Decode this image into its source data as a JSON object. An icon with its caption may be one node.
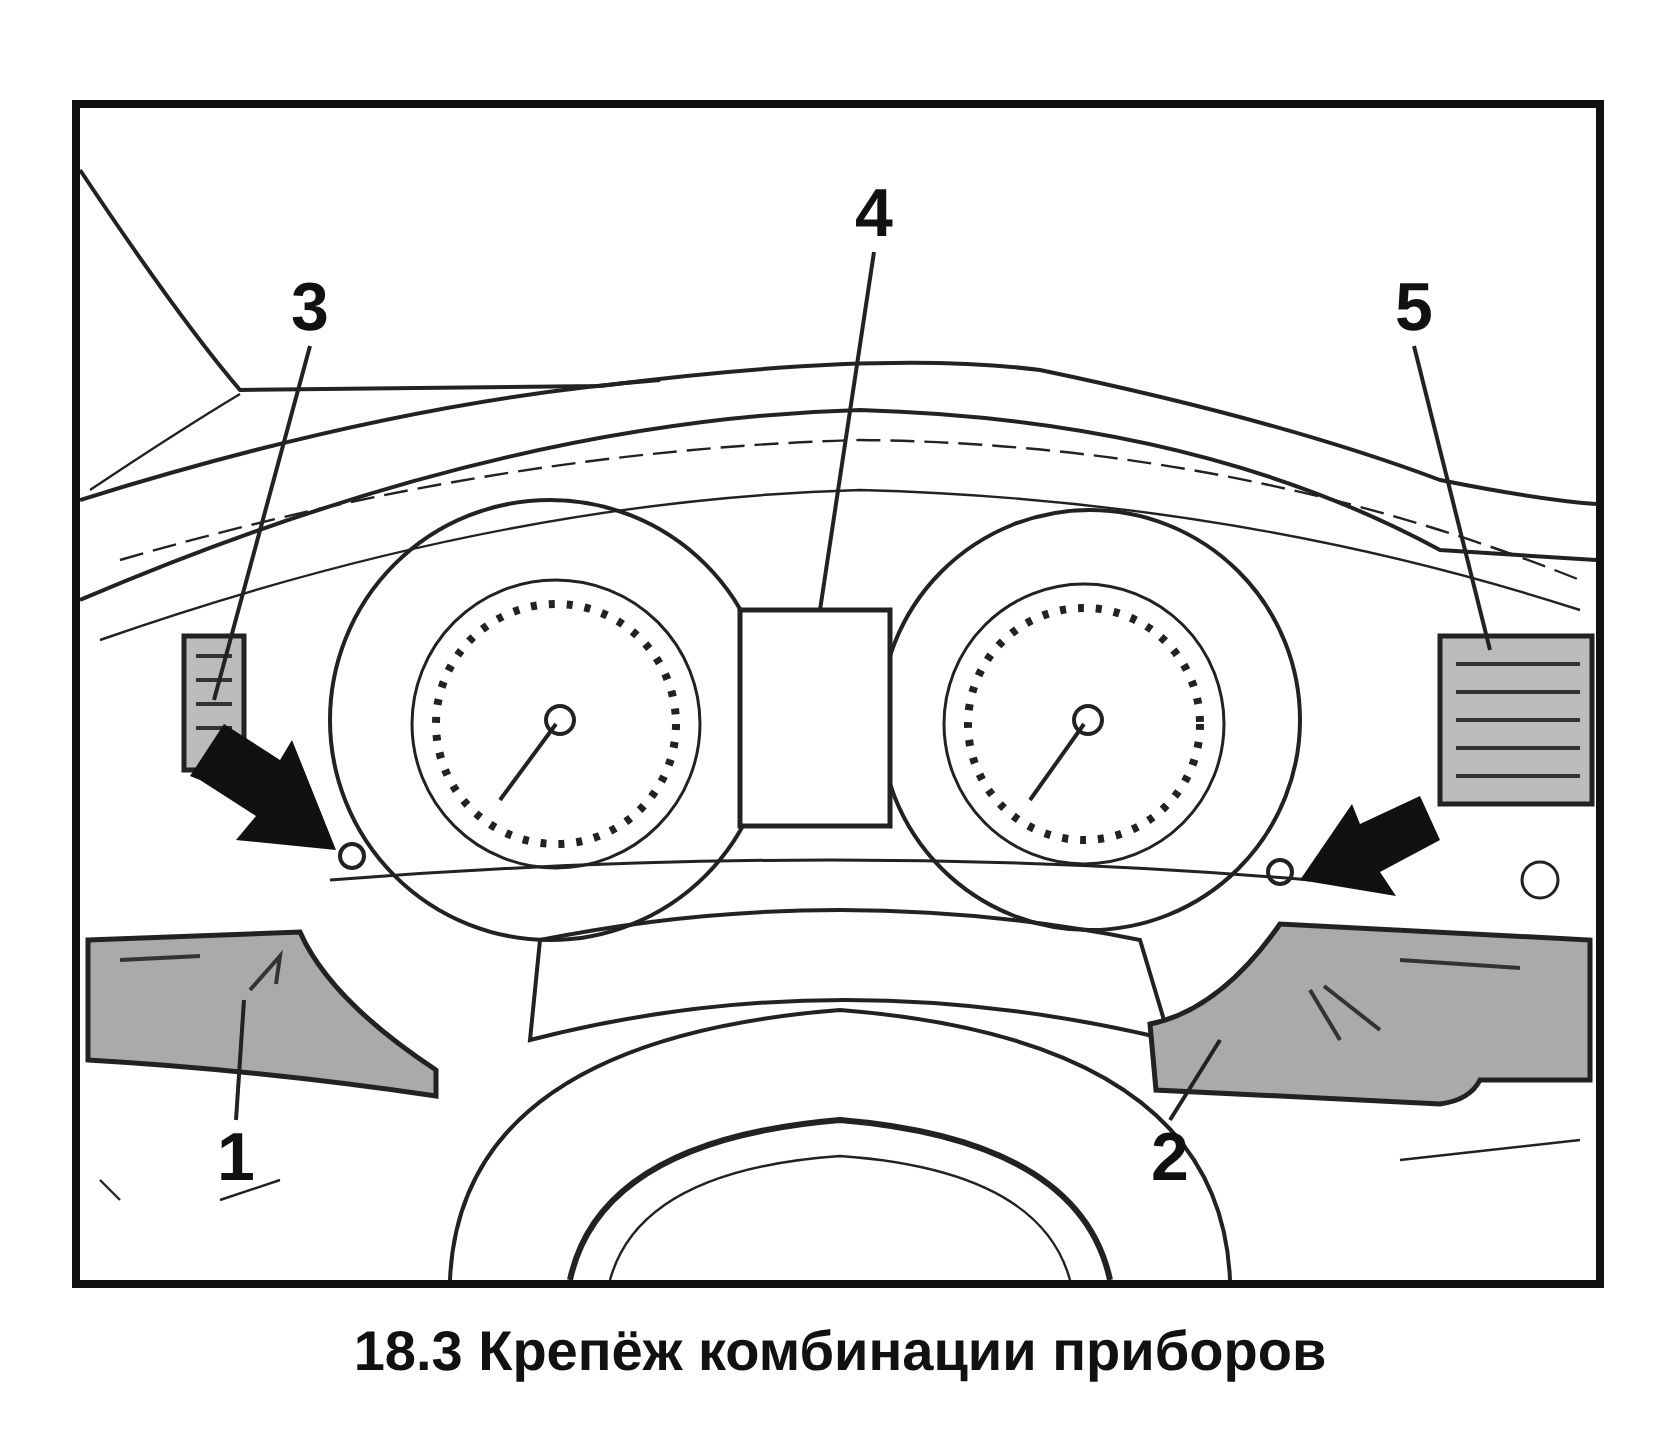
{
  "diagram": {
    "caption": "18.3 Крепёж комбинации приборов",
    "nodes": [
      {
        "text": [
          "1"
        ]
      },
      {
        "text": [
          "2"
        ]
      },
      {
        "text": [
          "3"
        ]
      },
      {
        "text": [
          "4"
        ]
      },
      {
        "text": [
          "5"
        ]
      },
      {
        "text": [],
        "shape": "picture"
      },
      {
        "text": [],
        "shape": "picture"
      },
      {
        "text": [],
        "shape": "picture"
      },
      {
        "text": [],
        "shape": "box"
      },
      {
        "text": [],
        "shape": "picture"
      }
    ],
    "edges": [
      {
        "from": 0,
        "to": 5,
        "arrow": "none"
      },
      {
        "from": 1,
        "to": 6,
        "arrow": "none"
      },
      {
        "from": 2,
        "to": 7,
        "arrow": "none"
      },
      {
        "from": 3,
        "to": 8,
        "arrow": "none"
      },
      {
        "from": 4,
        "to": 9,
        "arrow": "none"
      }
    ]
  }
}
